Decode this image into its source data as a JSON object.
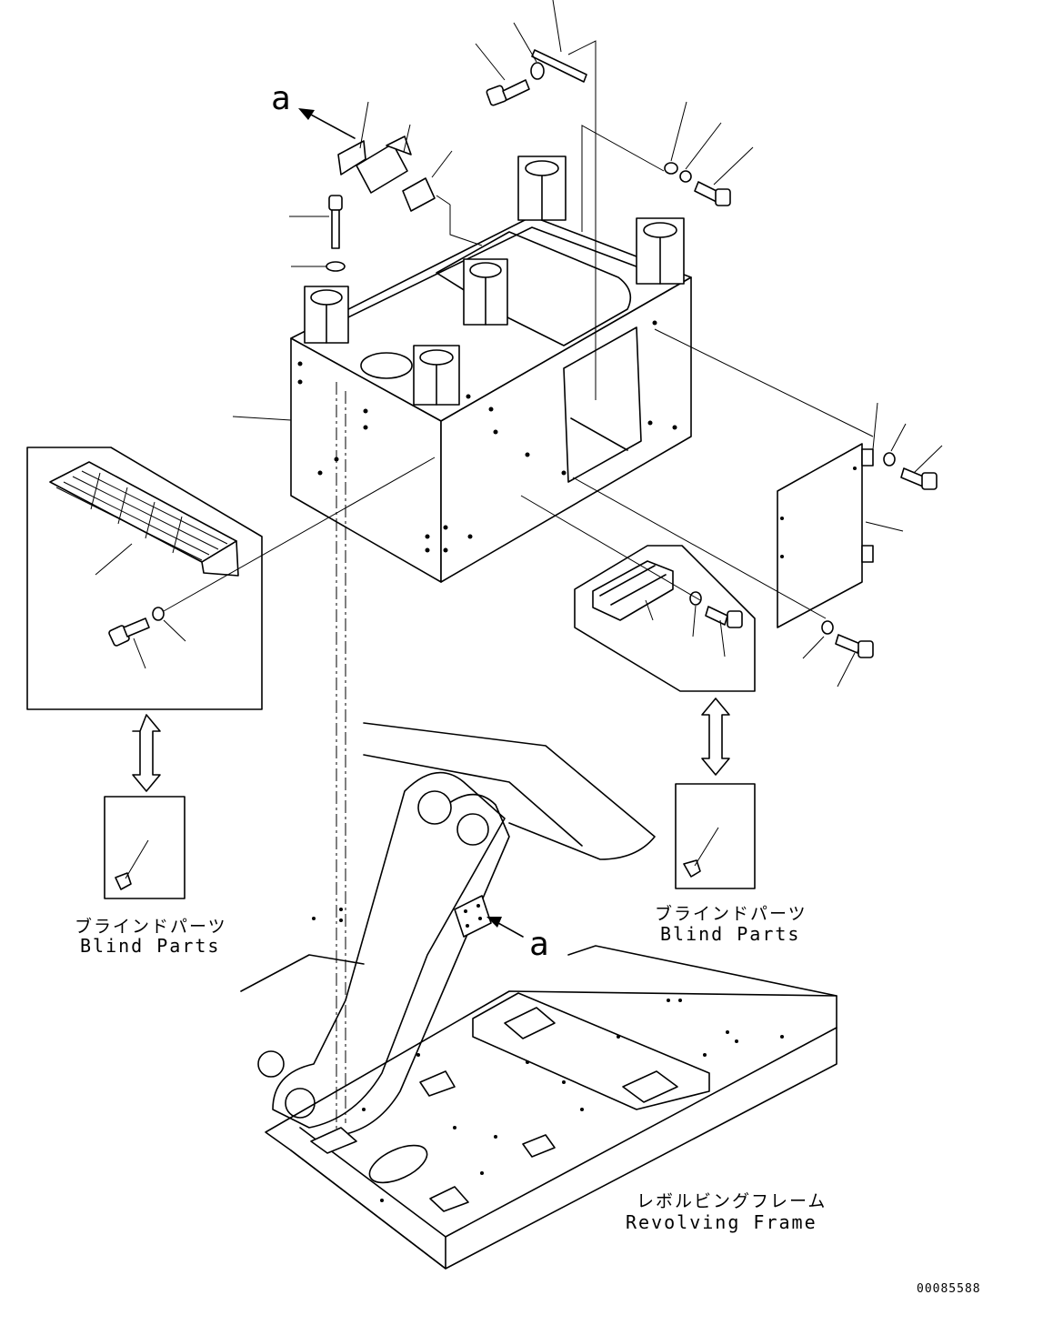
{
  "labels": {
    "ref_a_top": "a",
    "ref_a_bottom": "a",
    "blind_parts_left_ja": "ブラインドパーツ",
    "blind_parts_left_en": "Blind Parts",
    "blind_parts_right_ja": "ブラインドパーツ",
    "blind_parts_right_en": "Blind Parts",
    "revolving_frame_ja": "レボルビングフレーム",
    "revolving_frame_en": "Revolving Frame",
    "drawing_number": "00085588"
  }
}
